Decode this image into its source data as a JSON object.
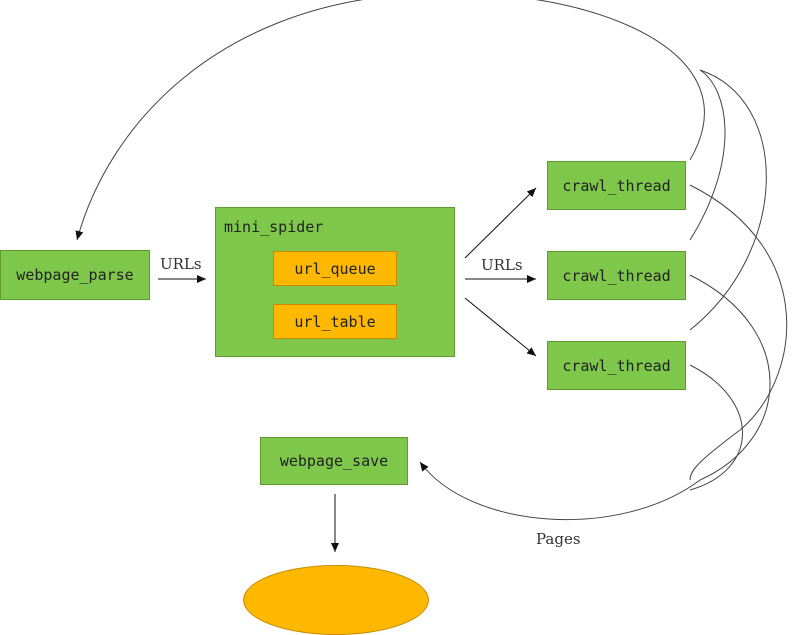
{
  "nodes": {
    "webpage_parse": "webpage_parse",
    "mini_spider": "mini_spider",
    "url_queue": "url_queue",
    "url_table": "url_table",
    "crawl_threads": [
      "crawl_thread",
      "crawl_thread",
      "crawl_thread"
    ],
    "webpage_save": "webpage_save"
  },
  "edge_labels": {
    "parse_to_spider": "URLs",
    "spider_to_threads": "URLs",
    "threads_to_save": "Pages"
  },
  "colors": {
    "green": "#7ec74a",
    "orange": "#ffb800",
    "line": "#333333"
  }
}
